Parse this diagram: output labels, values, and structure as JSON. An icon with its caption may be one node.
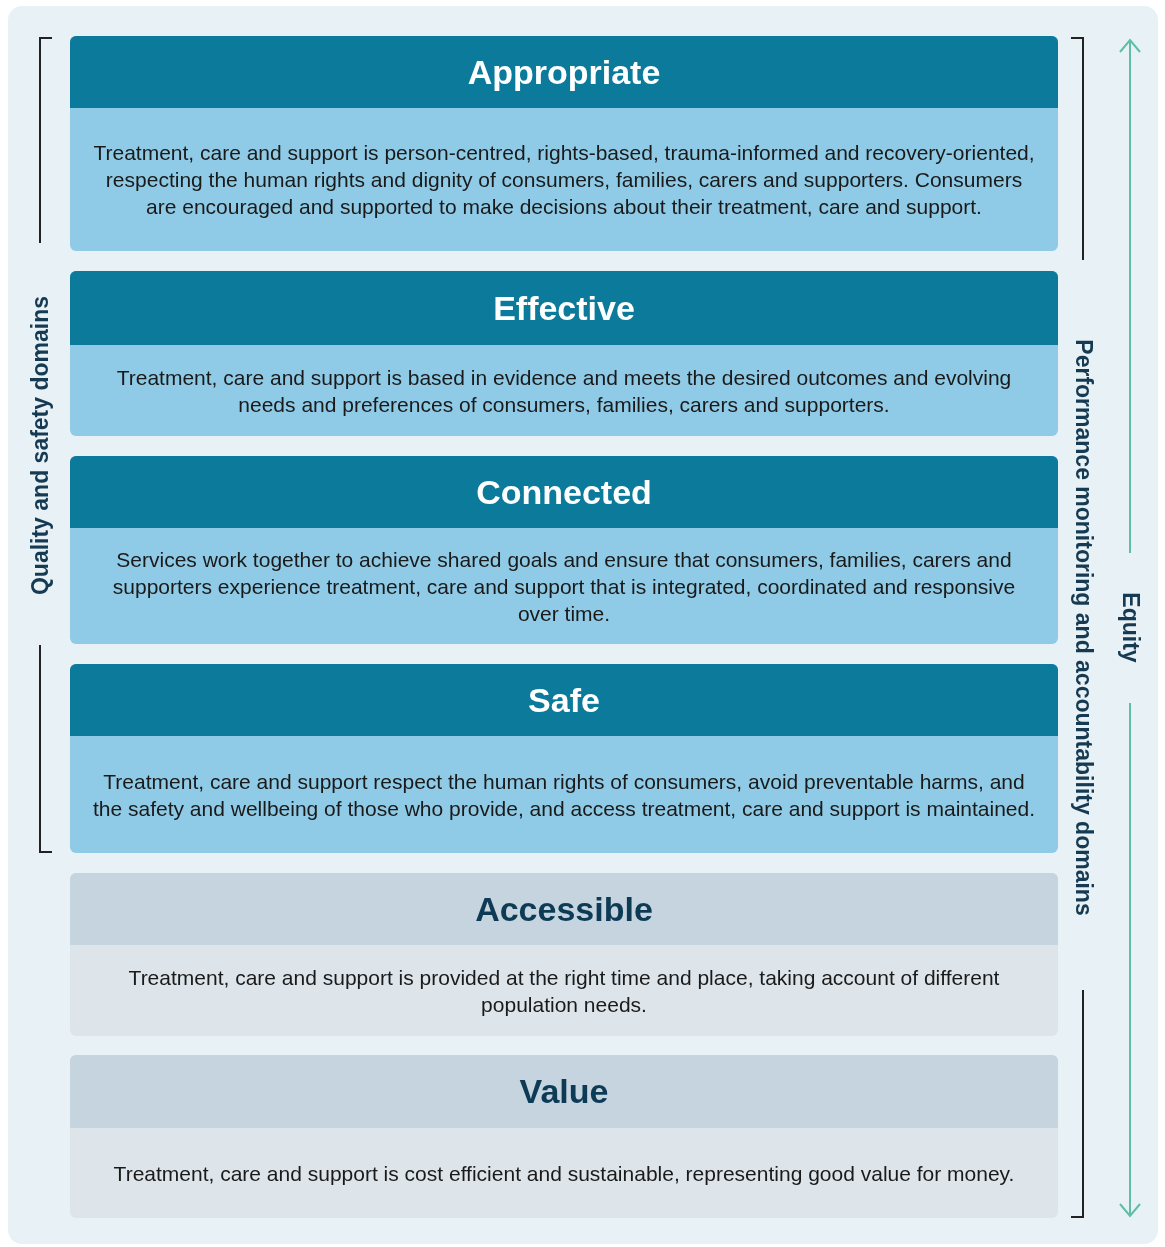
{
  "diagram": {
    "nodes": [
      {
        "text": [
          "Appropriate",
          "Treatment, care and support is person-centred, rights-based, trauma-informed and recovery-oriented, respecting the human rights and dignity of consumers, families, carers and supporters. Consumers are encouraged and supported to make decisions about their treatment, care and support."
        ]
      },
      {
        "text": [
          "Effective",
          "Treatment, care and support is based in evidence and meets the desired outcomes and evolving needs and preferences of consumers, families, carers and supporters."
        ]
      },
      {
        "text": [
          "Connected",
          "Services work together to achieve shared goals and ensure that consumers, families, carers and supporters experience treatment, care and support that is integrated, coordinated and responsive over time."
        ]
      },
      {
        "text": [
          "Safe",
          "Treatment, care and support respect the human rights of consumers, avoid preventable harms, and the safety and wellbeing of those who provide, and access treatment, care and support is maintained."
        ]
      },
      {
        "text": [
          "Accessible",
          "Treatment, care and support is provided at the right time and place, taking account of different population needs."
        ]
      },
      {
        "text": [
          "Value",
          "Treatment, care and support is cost efficient and sustainable, representing good value for money."
        ]
      }
    ],
    "labels": [
      "Quality and safety domains",
      "Performance monitoring and accountability domains",
      "Equity"
    ]
  }
}
